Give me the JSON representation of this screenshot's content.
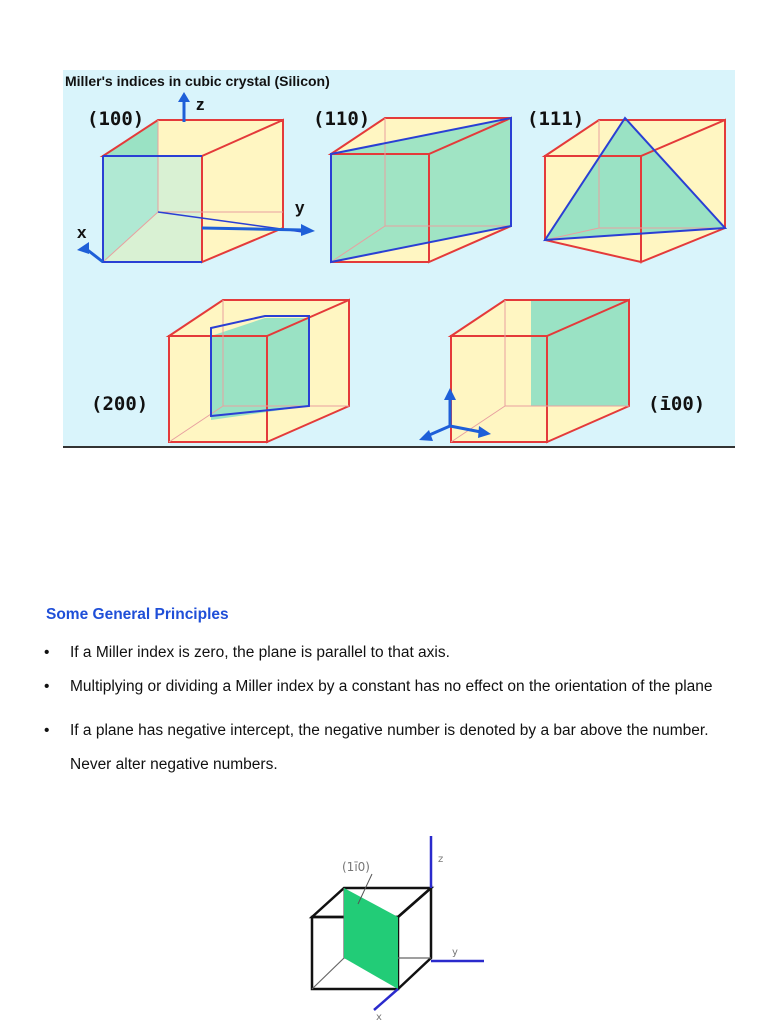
{
  "figure_top": {
    "caption": "Miller's indices in cubic crystal (Silicon)",
    "labels": {
      "p100": "(100)",
      "p110": "(110)",
      "p111": "(111)",
      "p200": "(200)",
      "pneg100": "(ī00)",
      "axis_z": "z",
      "axis_y": "y",
      "axis_x": "x"
    },
    "colors": {
      "background": "#d9f4fb",
      "cube_edge": "#e43a3a",
      "plane_edge": "#2a3fd4",
      "plane_fill": "#8fe0c4",
      "face_fill": "#fff6c2",
      "axis": "#1e5fd8"
    }
  },
  "section": {
    "heading": "Some General Principles",
    "bullets": [
      "If a Miller index is zero, the plane is parallel to that axis.",
      "Multiplying or dividing a Miller index by a constant has no effect on the orientation of the plane",
      "If a plane has negative intercept, the negative number is denoted by a bar above the number. Never alter negative numbers."
    ]
  },
  "figure_bottom": {
    "label": "(1ī0)",
    "axis_z": "z",
    "axis_y": "y",
    "axis_x": "x",
    "colors": {
      "plane": "#22cc77",
      "axis": "#2a2acc"
    }
  }
}
